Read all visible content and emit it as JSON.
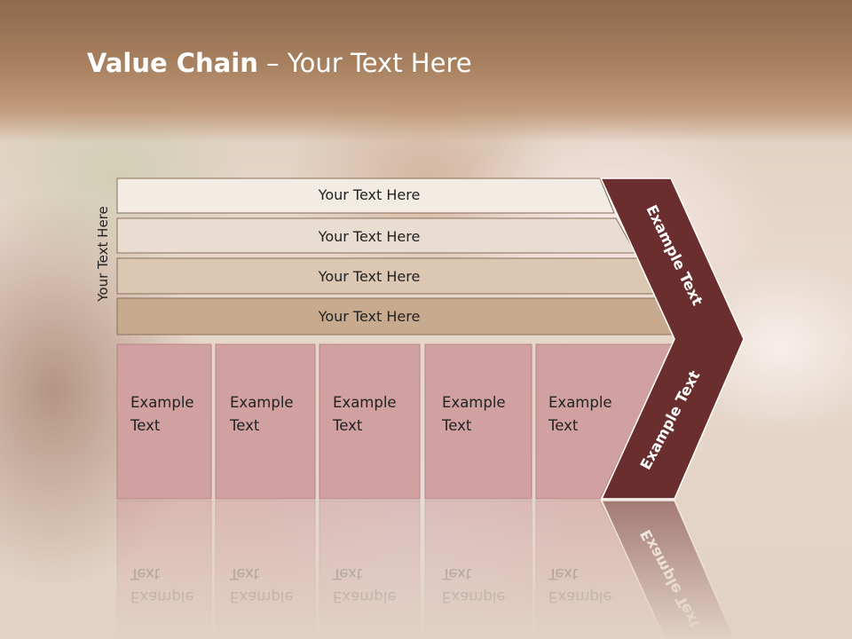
{
  "slide": {
    "title_bold": "Value Chain",
    "title_rest": " – Your Text Here",
    "side_label": "Your Text Here"
  },
  "bars": [
    {
      "label": "Your Text Here",
      "color": "#f2ece4"
    },
    {
      "label": "Your Text Here",
      "color": "#e9dcd0"
    },
    {
      "label": "Your Text Here",
      "color": "#dcc7b3"
    },
    {
      "label": "Your Text Here",
      "color": "#c8aa8e"
    }
  ],
  "boxes": [
    {
      "line1": "Example",
      "line2": "Text"
    },
    {
      "line1": "Example",
      "line2": "Text"
    },
    {
      "line1": "Example",
      "line2": "Text"
    },
    {
      "line1": "Example",
      "line2": "Text"
    },
    {
      "line1": "Example",
      "line2": "Text"
    }
  ],
  "chevron": {
    "top_label": "Example Text",
    "bottom_label": "Example Text",
    "color": "#6b2e2e"
  },
  "colors": {
    "box_fill": "#d1a1a1",
    "bar_stroke": "#8a6e5a"
  }
}
